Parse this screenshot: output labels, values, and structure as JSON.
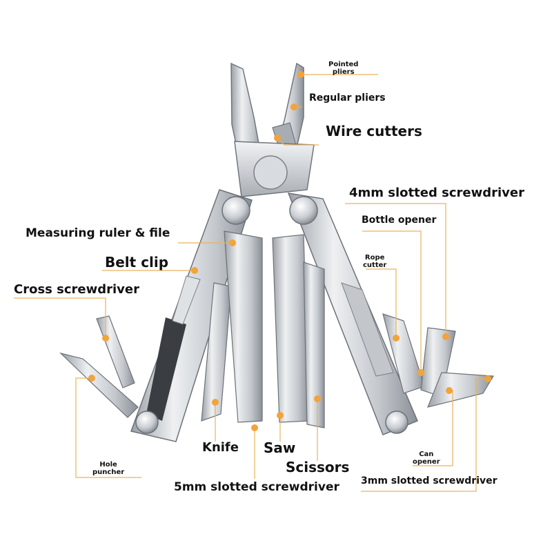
{
  "labels": {
    "pointed_pliers": [
      "Pointed",
      "pliers"
    ],
    "regular_pliers": "Regular pliers",
    "wire_cutters": "Wire cutters",
    "screwdriver_4mm": "4mm slotted screwdriver",
    "bottle_opener": "Bottle opener",
    "measuring_ruler_file": "Measuring ruler & file",
    "belt_clip": "Belt clip",
    "rope_cutter": [
      "Rope",
      "cutter"
    ],
    "cross_screwdriver": "Cross screwdriver",
    "knife": "Knife",
    "saw": "Saw",
    "scissors": "Scissors",
    "hole_puncher": [
      "Hole",
      "puncher"
    ],
    "can_opener": [
      "Can",
      "opener"
    ],
    "screwdriver_5mm": "5mm slotted screwdriver",
    "screwdriver_3mm": "3mm slotted screwdriver"
  },
  "colors": {
    "marker": "#F2A33A",
    "leader": "#E9B25A",
    "steel_light": "#E3E5E8",
    "steel_mid": "#BFC3C8",
    "steel_dark": "#7E848B",
    "handle_dark": "#3A3D42"
  }
}
